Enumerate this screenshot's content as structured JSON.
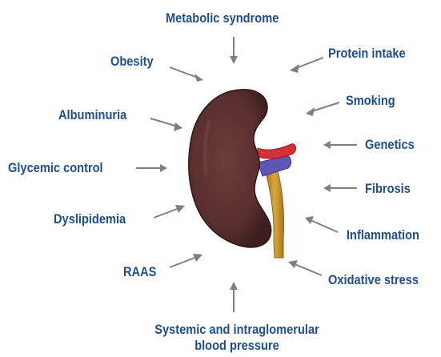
{
  "factors": {
    "metabolic_syndrome": "Metabolic syndrome",
    "obesity": "Obesity",
    "protein_intake": "Protein intake",
    "smoking": "Smoking",
    "albuminuria": "Albuminuria",
    "genetics": "Genetics",
    "glycemic_control": "Glycemic control",
    "fibrosis": "Fibrosis",
    "dyslipidemia": "Dyslipidemia",
    "inflammation": "Inflammation",
    "raas": "RAAS",
    "oxidative_stress": "Oxidative stress",
    "blood_pressure_line1": "Systemic and intraglomerular",
    "blood_pressure_line2": "blood pressure"
  },
  "colors": {
    "label_text": "#1f4e8c",
    "arrow": "#7f7f7f",
    "kidney": "#5a2f2f",
    "artery": "#d3303a",
    "vein": "#5d57b8",
    "ureter": "#c9962f"
  },
  "central_image": "kidney-illustration"
}
